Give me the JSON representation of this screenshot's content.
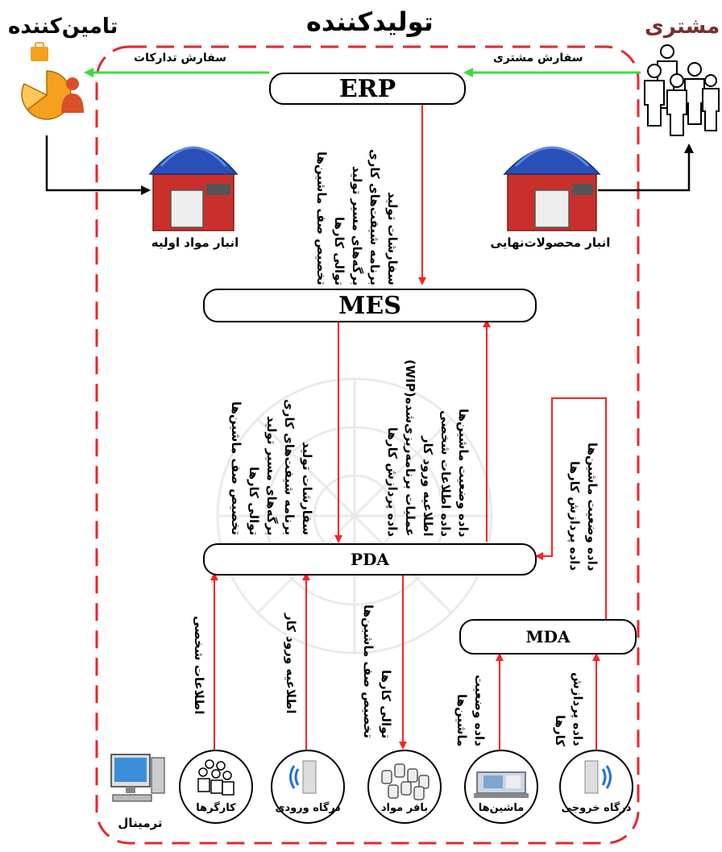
{
  "titles": {
    "producer": "تولیدکننده",
    "supplier": "تامین‌کننده",
    "customer": "مشتری"
  },
  "flows": {
    "customer_order": "سفارش مشتری",
    "procurement_order": "سفارش تدارکات"
  },
  "warehouses": {
    "raw_materials": "انبار مواد اولیه",
    "final_products": "انبار محصولات‌نهایی"
  },
  "systems": {
    "erp": "ERP",
    "mes": "MES",
    "pda": "PDA",
    "mda": "MDA"
  },
  "erp_to_mes": [
    "سفارشات تولید",
    "برنامه شیفت‌های کاری",
    "برگه‌های مسیر تولید",
    "توالی کارها",
    "تخصیص صف ماشین‌ها"
  ],
  "mes_to_pda": [
    "سفارشات تولید",
    "برنامه شیفت‌های کاری",
    "برگه‌های مسیر تولید",
    "توالی کارها",
    "تخصیص صف ماشین‌ها"
  ],
  "pda_to_mes": [
    "داده وضعیت ماشین‌ها",
    "داده اطلاعات شخصی",
    "اطلاعیه ورود کار",
    "عملیات برنامه‌ریزی‌شده(WIP)",
    "داده پردازش کارها"
  ],
  "mda_to_pda": [
    "داده وضعیت ماشین‌ها",
    "داده پردازش کارها"
  ],
  "workers_to_pda": [
    "اطلاعات شخصی"
  ],
  "entry_to_pda": [
    "اطلاعیه ورود کار"
  ],
  "pda_to_buffer": [
    "توالی کارها",
    "تخصیص صف ماشین‌ها"
  ],
  "machines_to_mda": [
    "داده وضعیت",
    "ماشین‌ها"
  ],
  "exit_to_mda": [
    "داده پردازش",
    "کارها"
  ],
  "nodes": {
    "terminal": "ترمینال",
    "workers": "کارگرها",
    "entry_gate": "درگاه ورودی",
    "buffer": "بافر مواد",
    "machines": "ماشین‌ها",
    "exit_gate": "درگاه خروجی"
  },
  "colors": {
    "green_arrow": "#3ddc3d",
    "red_arrow": "#ff2020",
    "dashed_border": "#e8252f",
    "black_arrow": "#000000",
    "warehouse_roof": "#2a4fb8",
    "warehouse_wall": "#c9302c"
  }
}
